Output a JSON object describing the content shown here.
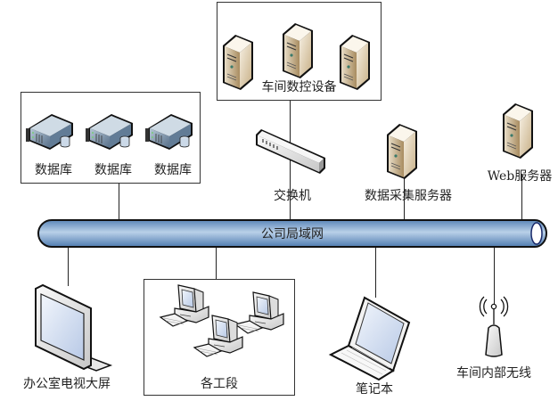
{
  "diagram": {
    "title": "network topology",
    "bus": {
      "label": "公司局域网",
      "color": "#8fb4d9"
    },
    "groups": {
      "cnc": {
        "label": "车间数控设备",
        "device_count": 3,
        "icon": "tower-server-icon"
      },
      "database": {
        "labels": [
          "数据库",
          "数据库",
          "数据库"
        ],
        "icon": "rack-server-database-icon"
      },
      "workstations": {
        "label": "各工段",
        "device_count": 3,
        "icon": "desktop-pc-icon"
      }
    },
    "nodes": {
      "switch": {
        "label": "交换机",
        "icon": "network-switch-icon"
      },
      "data_collection_server": {
        "label": "数据采集服务器",
        "icon": "tower-server-icon"
      },
      "web_server": {
        "label": "Web服务器",
        "icon": "tower-server-icon"
      },
      "office_tv": {
        "label": "办公室电视大屏",
        "icon": "monitor-icon"
      },
      "laptop": {
        "label": "笔记本",
        "icon": "laptop-icon"
      },
      "wireless": {
        "label": "车间内部无线",
        "icon": "wireless-access-point-icon"
      }
    }
  }
}
